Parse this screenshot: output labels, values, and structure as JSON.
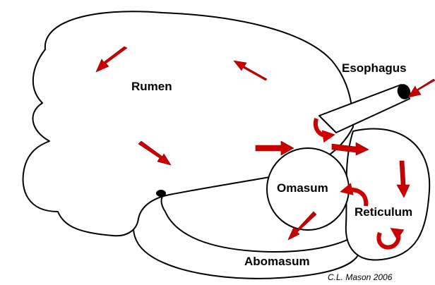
{
  "labels": {
    "rumen": "Rumen",
    "esophagus": "Esophagus",
    "omasum": "Omasum",
    "reticulum": "Reticulum",
    "abomasum": "Abomasum"
  },
  "credit": "C.L. Mason 2006",
  "colors": {
    "arrow": "#cc0000",
    "outline": "#000000",
    "background": "#ffffff"
  }
}
